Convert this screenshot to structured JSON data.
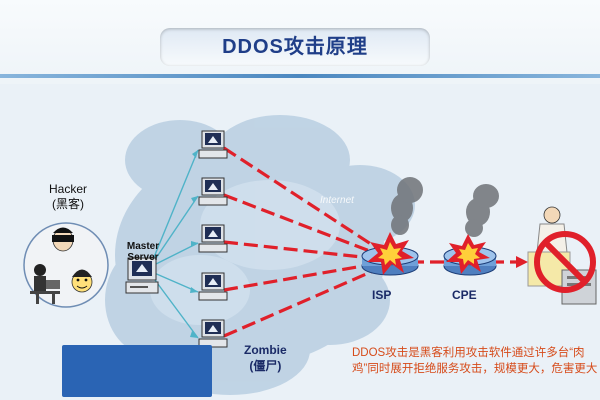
{
  "title": "DDOS攻击原理",
  "hacker": {
    "name": "Hacker",
    "cn": "(黑客)"
  },
  "master_server": {
    "line1": "Master",
    "line2": "Server"
  },
  "zombie": {
    "name": "Zombie",
    "cn": "(僵尸)"
  },
  "nodes": {
    "isp": "ISP",
    "cpe": "CPE"
  },
  "cloud_label": "Internet",
  "description": "DDOS攻击是黑客利用攻击软件通过许多台“肉鸡”同时展开拒绝服务攻击，规模更大，危害更大",
  "colors": {
    "title": "#1f3e88",
    "attack_line": "#e0202a",
    "control_line": "#4fb3c8",
    "cloud": "#b9cfe2",
    "description": "#d64b1a",
    "steps_box": "#2a64b4"
  }
}
